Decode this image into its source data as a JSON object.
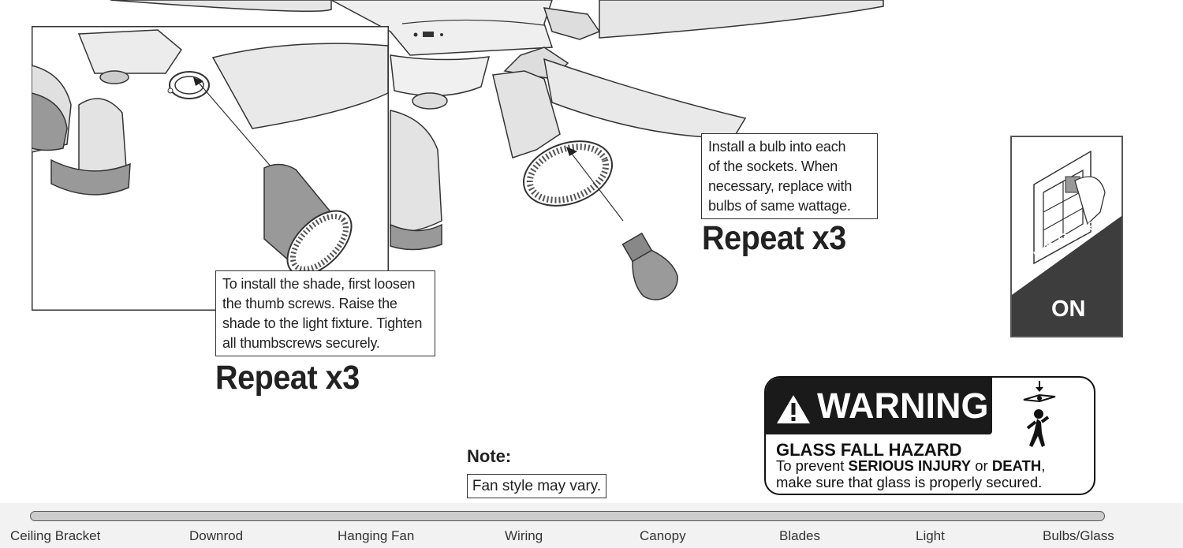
{
  "callouts": {
    "shade": {
      "lines": [
        "To install the shade, first loosen",
        "the thumb screws. Raise the",
        "shade to the light fixture. Tighten",
        "all thumbscrews securely."
      ]
    },
    "bulb": {
      "lines": [
        "Install a bulb into each",
        "of the sockets. When",
        "necessary, replace with",
        "bulbs of same wattage."
      ]
    }
  },
  "repeat_label": "Repeat x3",
  "note": {
    "label": "Note:",
    "text": "Fan style may vary."
  },
  "power_panel": {
    "line1": "Turn Power",
    "line2": "ON"
  },
  "warning": {
    "title": "WARNING",
    "hazard": "GLASS FALL HAZARD",
    "message_pre": "To prevent ",
    "message_bold1": "SERIOUS INJURY",
    "message_mid": " or ",
    "message_bold2": "DEATH",
    "message_post": ", make sure that glass is properly secured."
  },
  "progress_steps": [
    "Ceiling Bracket",
    "Downrod",
    "Hanging Fan",
    "Wiring",
    "Canopy",
    "Blades",
    "Light",
    "Bulbs/Glass"
  ],
  "progress_current_step": "Bulbs/Glass",
  "colors": {
    "ink": "#222222",
    "warning_black": "#1a1a1a",
    "panel_gray": "#3d3d3d",
    "track_gray": "#cccccc"
  }
}
